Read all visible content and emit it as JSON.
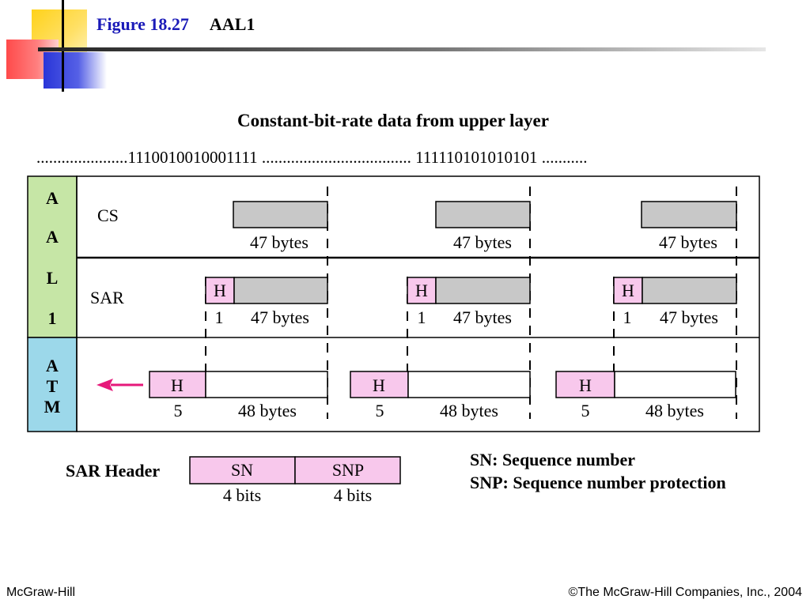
{
  "slide": {
    "figure_label": "Figure 18.27",
    "figure_title": "AAL1"
  },
  "diagram": {
    "heading": "Constant-bit-rate data from upper layer",
    "bitstream": "......................1110010010001111 ....................................  111110101010101 ...........",
    "aal_letters": [
      "A",
      "A",
      "L",
      "1"
    ],
    "atm_letters": [
      "A",
      "T",
      "M"
    ],
    "cs_label": "CS",
    "sar_label": "SAR",
    "cs_size": "47 bytes",
    "sar_header": "H",
    "sar_header_size": "1",
    "sar_payload_size": "47 bytes",
    "atm_header": "H",
    "atm_header_size": "5",
    "atm_payload_size": "48 bytes",
    "sar_header_title": "SAR Header",
    "sar_fields": [
      {
        "name": "SN",
        "size": "4 bits"
      },
      {
        "name": "SNP",
        "size": "4 bits"
      }
    ],
    "legend": [
      "SN: Sequence number",
      "SNP: Sequence number protection"
    ],
    "colors": {
      "aal_fill": "#c6e6a6",
      "atm_fill": "#9cd8ea",
      "payload_gray": "#c8c8c8",
      "header_pink": "#f8c8ec",
      "arrow": "#e6197a"
    }
  },
  "footer": {
    "left": "McGraw-Hill",
    "right": "©The McGraw-Hill Companies, Inc., 2004"
  }
}
